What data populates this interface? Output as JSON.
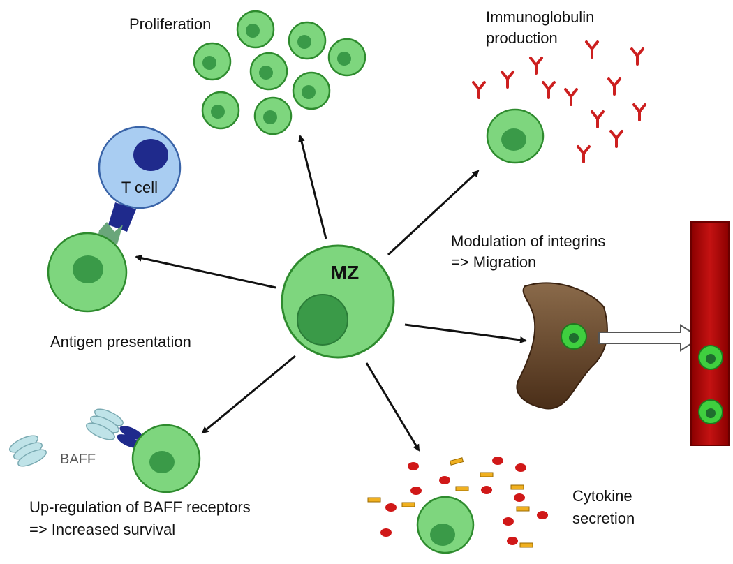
{
  "labels": {
    "center": "MZ",
    "proliferation": "Proliferation",
    "immunoglobulin_line1": "Immunoglobulin",
    "immunoglobulin_line2": "production",
    "tcell": "T cell",
    "modulation_line1": "Modulation of integrins",
    "modulation_line2": "=> Migration",
    "antigen": "Antigen presentation",
    "baff": "BAFF",
    "upregulation_line1": "Up-regulation of BAFF receptors",
    "upregulation_line2": "=> Increased survival",
    "cytokine_line1": "Cytokine",
    "cytokine_line2": "secretion"
  },
  "colors": {
    "cell_fill": "#7ed67e",
    "cell_stroke": "#2e8b2e",
    "nucleus": "#3a9a48",
    "tcell_body": "#a9cdf2",
    "tcell_nucleus": "#1f2a8c",
    "antibody": "#cc1f1f",
    "blood_vessel": "#b80f0f",
    "dc_body": "#6b4a2f",
    "cytokine_red": "#d01818",
    "cytokine_yellow": "#f0b020",
    "baff": "#bfe3e8"
  },
  "icons": [
    "mz-cell",
    "t-cell",
    "antibody",
    "blood-vessel",
    "dendritic-cell",
    "baff-trimer",
    "cytokine"
  ]
}
